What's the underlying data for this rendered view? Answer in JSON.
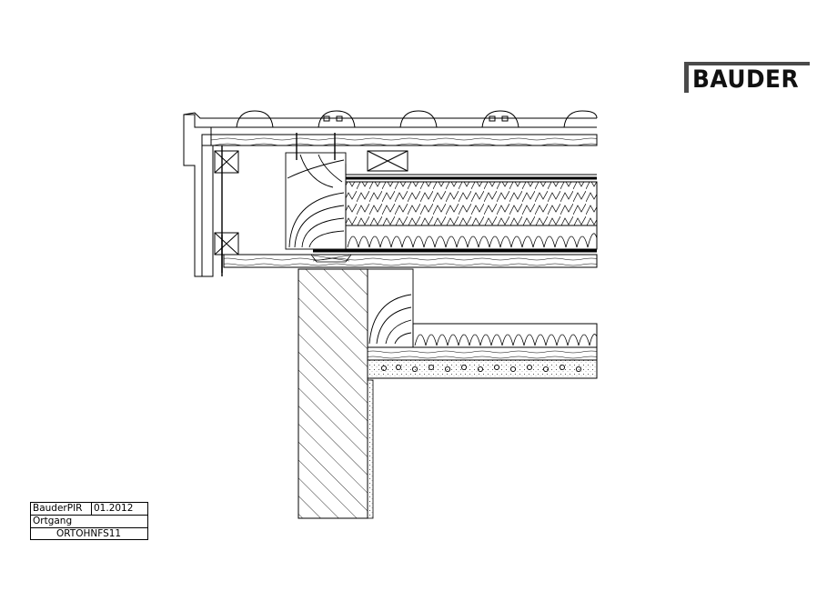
{
  "logo": {
    "text": "BAUDER"
  },
  "title_block": {
    "product": "BauderPIR",
    "date": "01.2012",
    "detail_name": "Ortgang",
    "drawing_code": "ORTOHNFS11"
  }
}
